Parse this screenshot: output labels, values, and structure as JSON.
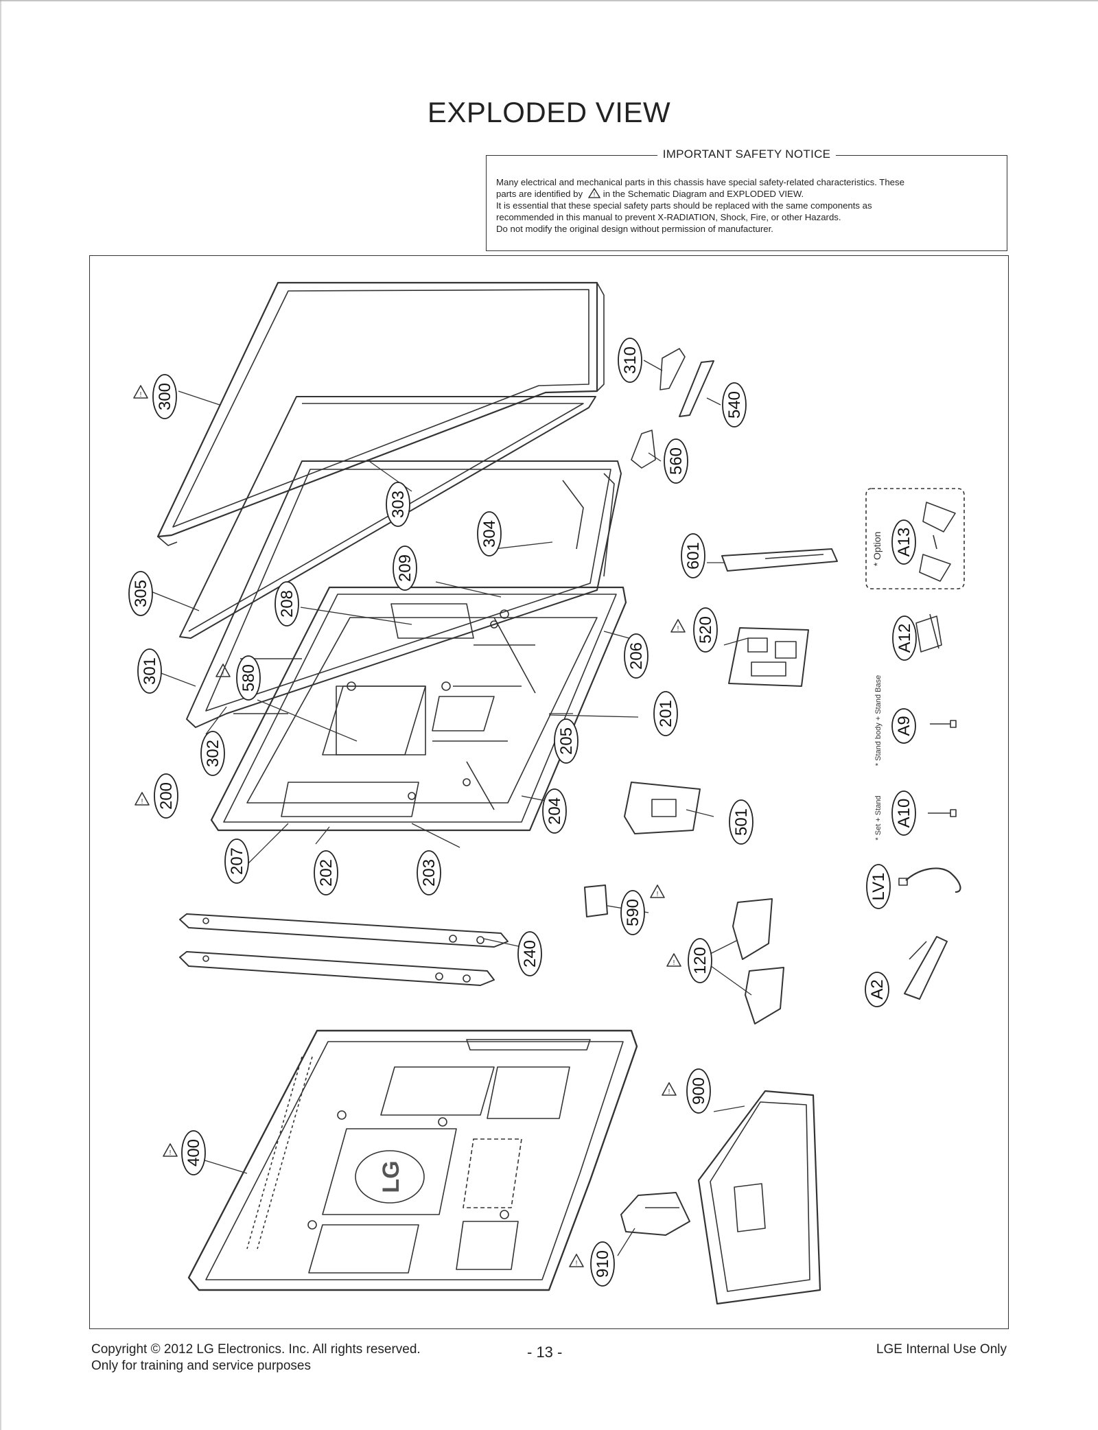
{
  "title": "EXPLODED VIEW",
  "notice": {
    "heading": "IMPORTANT SAFETY NOTICE",
    "line1": "Many electrical and mechanical parts in this chassis have special safety-related characteristics. These",
    "line2a": "parts are identified by",
    "line2b": "in the Schematic Diagram and EXPLODED VIEW.",
    "line3": "It is essential that these special safety parts should be replaced with the same components as",
    "line4": "recommended in this manual to prevent X-RADIATION, Shock, Fire, or other Hazards.",
    "line5": "Do not modify the original design without permission of manufacturer."
  },
  "parts": [
    {
      "label": "300",
      "safety": true
    },
    {
      "label": "303",
      "safety": false
    },
    {
      "label": "304",
      "safety": false
    },
    {
      "label": "305",
      "safety": false
    },
    {
      "label": "301",
      "safety": false
    },
    {
      "label": "302",
      "safety": false
    },
    {
      "label": "208",
      "safety": false
    },
    {
      "label": "209",
      "safety": false
    },
    {
      "label": "580",
      "safety": true
    },
    {
      "label": "200",
      "safety": true
    },
    {
      "label": "207",
      "safety": false
    },
    {
      "label": "202",
      "safety": false
    },
    {
      "label": "203",
      "safety": false
    },
    {
      "label": "204",
      "safety": false
    },
    {
      "label": "205",
      "safety": false
    },
    {
      "label": "201",
      "safety": false
    },
    {
      "label": "206",
      "safety": false
    },
    {
      "label": "310",
      "safety": false
    },
    {
      "label": "540",
      "safety": false
    },
    {
      "label": "560",
      "safety": false
    },
    {
      "label": "601",
      "safety": false
    },
    {
      "label": "520",
      "safety": true
    },
    {
      "label": "501",
      "safety": false
    },
    {
      "label": "590",
      "safety": true
    },
    {
      "label": "240",
      "safety": false
    },
    {
      "label": "120",
      "safety": true
    },
    {
      "label": "A13",
      "safety": false
    },
    {
      "label": "A12",
      "safety": false
    },
    {
      "label": "A9",
      "safety": false
    },
    {
      "label": "A10",
      "safety": false
    },
    {
      "label": "LV1",
      "safety": false
    },
    {
      "label": "A2",
      "safety": false
    },
    {
      "label": "900",
      "safety": true
    },
    {
      "label": "400",
      "safety": true
    },
    {
      "label": "910",
      "safety": true
    }
  ],
  "notes": {
    "option": "* Option",
    "stand_body": "* Stand body + Stand Base",
    "set_stand": "* Set + Stand"
  },
  "logo_text": "LG",
  "footer": {
    "copyright": "Copyright  © 2012  LG Electronics. Inc. All rights reserved.",
    "training": "Only for training and service purposes",
    "page": "- 13 -",
    "internal": "LGE Internal Use Only"
  }
}
